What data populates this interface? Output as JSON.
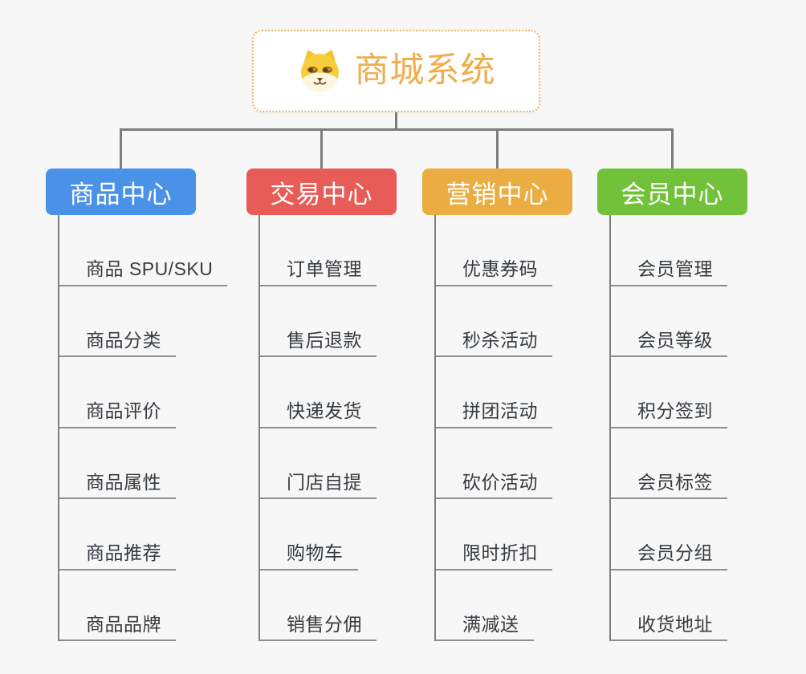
{
  "root": {
    "title": "商城系统",
    "icon": "doge-icon"
  },
  "branches": [
    {
      "label": "商品中心",
      "color": "#4A91E8",
      "items": [
        "商品 SPU/SKU",
        "商品分类",
        "商品评价",
        "商品属性",
        "商品推荐",
        "商品品牌"
      ]
    },
    {
      "label": "交易中心",
      "color": "#E85C58",
      "items": [
        "订单管理",
        "售后退款",
        "快递发货",
        "门店自提",
        "购物车",
        "销售分佣"
      ]
    },
    {
      "label": "营销中心",
      "color": "#EBAD41",
      "items": [
        "优惠券码",
        "秒杀活动",
        "拼团活动",
        "砍价活动",
        "限时折扣",
        "满减送"
      ]
    },
    {
      "label": "会员中心",
      "color": "#71C23A",
      "items": [
        "会员管理",
        "会员等级",
        "积分签到",
        "会员标签",
        "会员分组",
        "收货地址"
      ]
    }
  ],
  "colors": {
    "background": "#F7F7F7",
    "root_border": "#F2B25C",
    "root_title": "#F0AD4A",
    "connector": "#7C7C7C",
    "leaf_text": "#363B40",
    "leaf_line": "#8E8E8E"
  }
}
